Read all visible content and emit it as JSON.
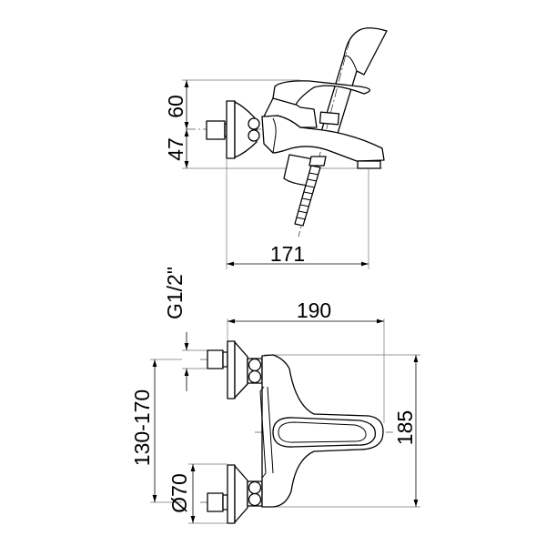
{
  "title": "Bath mixer technical drawing",
  "side_view": {
    "dim_height_upper": "60",
    "dim_height_lower": "47",
    "dim_projection": "171"
  },
  "front_view": {
    "dim_thread": "G1/2\"",
    "dim_width": "190",
    "dim_centres": "130-170",
    "dim_height": "185",
    "dim_flange_diameter": "Ø70"
  },
  "colors": {
    "line": "#000000",
    "extension": "#777777",
    "background": "#ffffff"
  }
}
